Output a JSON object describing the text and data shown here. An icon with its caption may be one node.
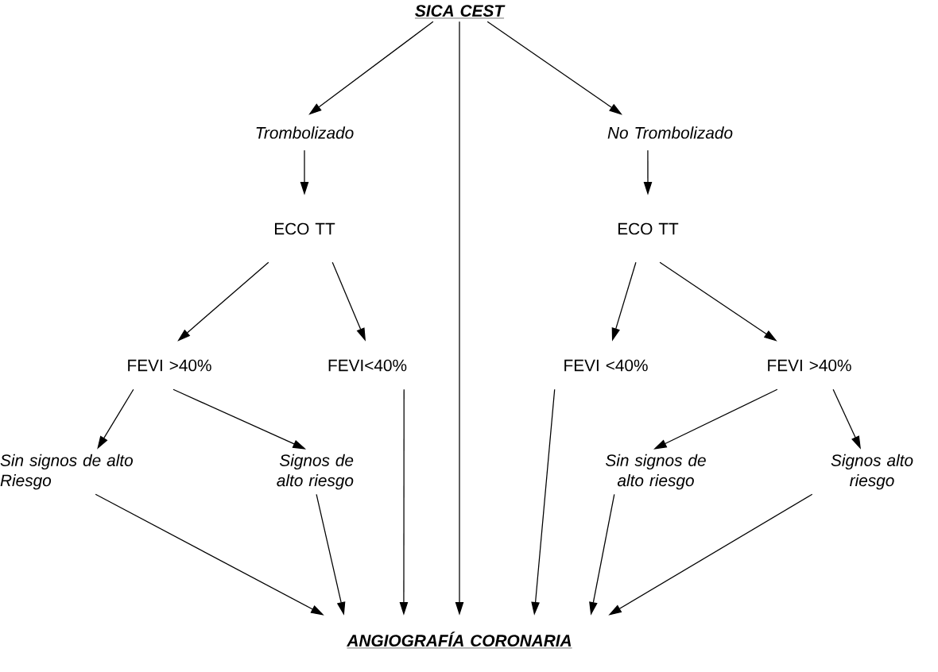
{
  "diagram": {
    "nodes": [
      {
        "text": [
          "SICA CEST"
        ]
      },
      {
        "text": [
          "Trombolizado"
        ]
      },
      {
        "text": [
          "No Trombolizado"
        ]
      },
      {
        "text": [
          "ECO TT"
        ]
      },
      {
        "text": [
          "ECO TT"
        ]
      },
      {
        "text": [
          "FEVI >40%"
        ]
      },
      {
        "text": [
          "FEVI<40%"
        ]
      },
      {
        "text": [
          "FEVI <40%"
        ]
      },
      {
        "text": [
          "FEVI >40%"
        ]
      },
      {
        "text": [
          "Sin signos de alto Riesgo"
        ]
      },
      {
        "text": [
          "Signos de alto riesgo"
        ]
      },
      {
        "text": [
          "Sin signos de alto riesgo"
        ]
      },
      {
        "text": [
          "Signos alto riesgo"
        ]
      },
      {
        "text": [
          "ANGIOGRAFÍA CORONARIA"
        ]
      }
    ],
    "edges": [
      {
        "from": 0,
        "to": 1,
        "arrow": "to"
      },
      {
        "from": 0,
        "to": 2,
        "arrow": "to"
      },
      {
        "from": 0,
        "to": 13,
        "arrow": "to"
      },
      {
        "from": 1,
        "to": 3,
        "arrow": "to"
      },
      {
        "from": 2,
        "to": 4,
        "arrow": "to"
      },
      {
        "from": 3,
        "to": 5,
        "arrow": "to"
      },
      {
        "from": 3,
        "to": 6,
        "arrow": "to"
      },
      {
        "from": 4,
        "to": 7,
        "arrow": "to"
      },
      {
        "from": 4,
        "to": 8,
        "arrow": "to"
      },
      {
        "from": 5,
        "to": 9,
        "arrow": "to"
      },
      {
        "from": 5,
        "to": 10,
        "arrow": "to"
      },
      {
        "from": 6,
        "to": 13,
        "arrow": "to"
      },
      {
        "from": 7,
        "to": 13,
        "arrow": "to"
      },
      {
        "from": 8,
        "to": 11,
        "arrow": "to"
      },
      {
        "from": 8,
        "to": 12,
        "arrow": "to"
      },
      {
        "from": 9,
        "to": 13,
        "arrow": "to"
      },
      {
        "from": 10,
        "to": 13,
        "arrow": "to"
      },
      {
        "from": 11,
        "to": 13,
        "arrow": "to"
      },
      {
        "from": 12,
        "to": 13,
        "arrow": "to"
      }
    ]
  }
}
